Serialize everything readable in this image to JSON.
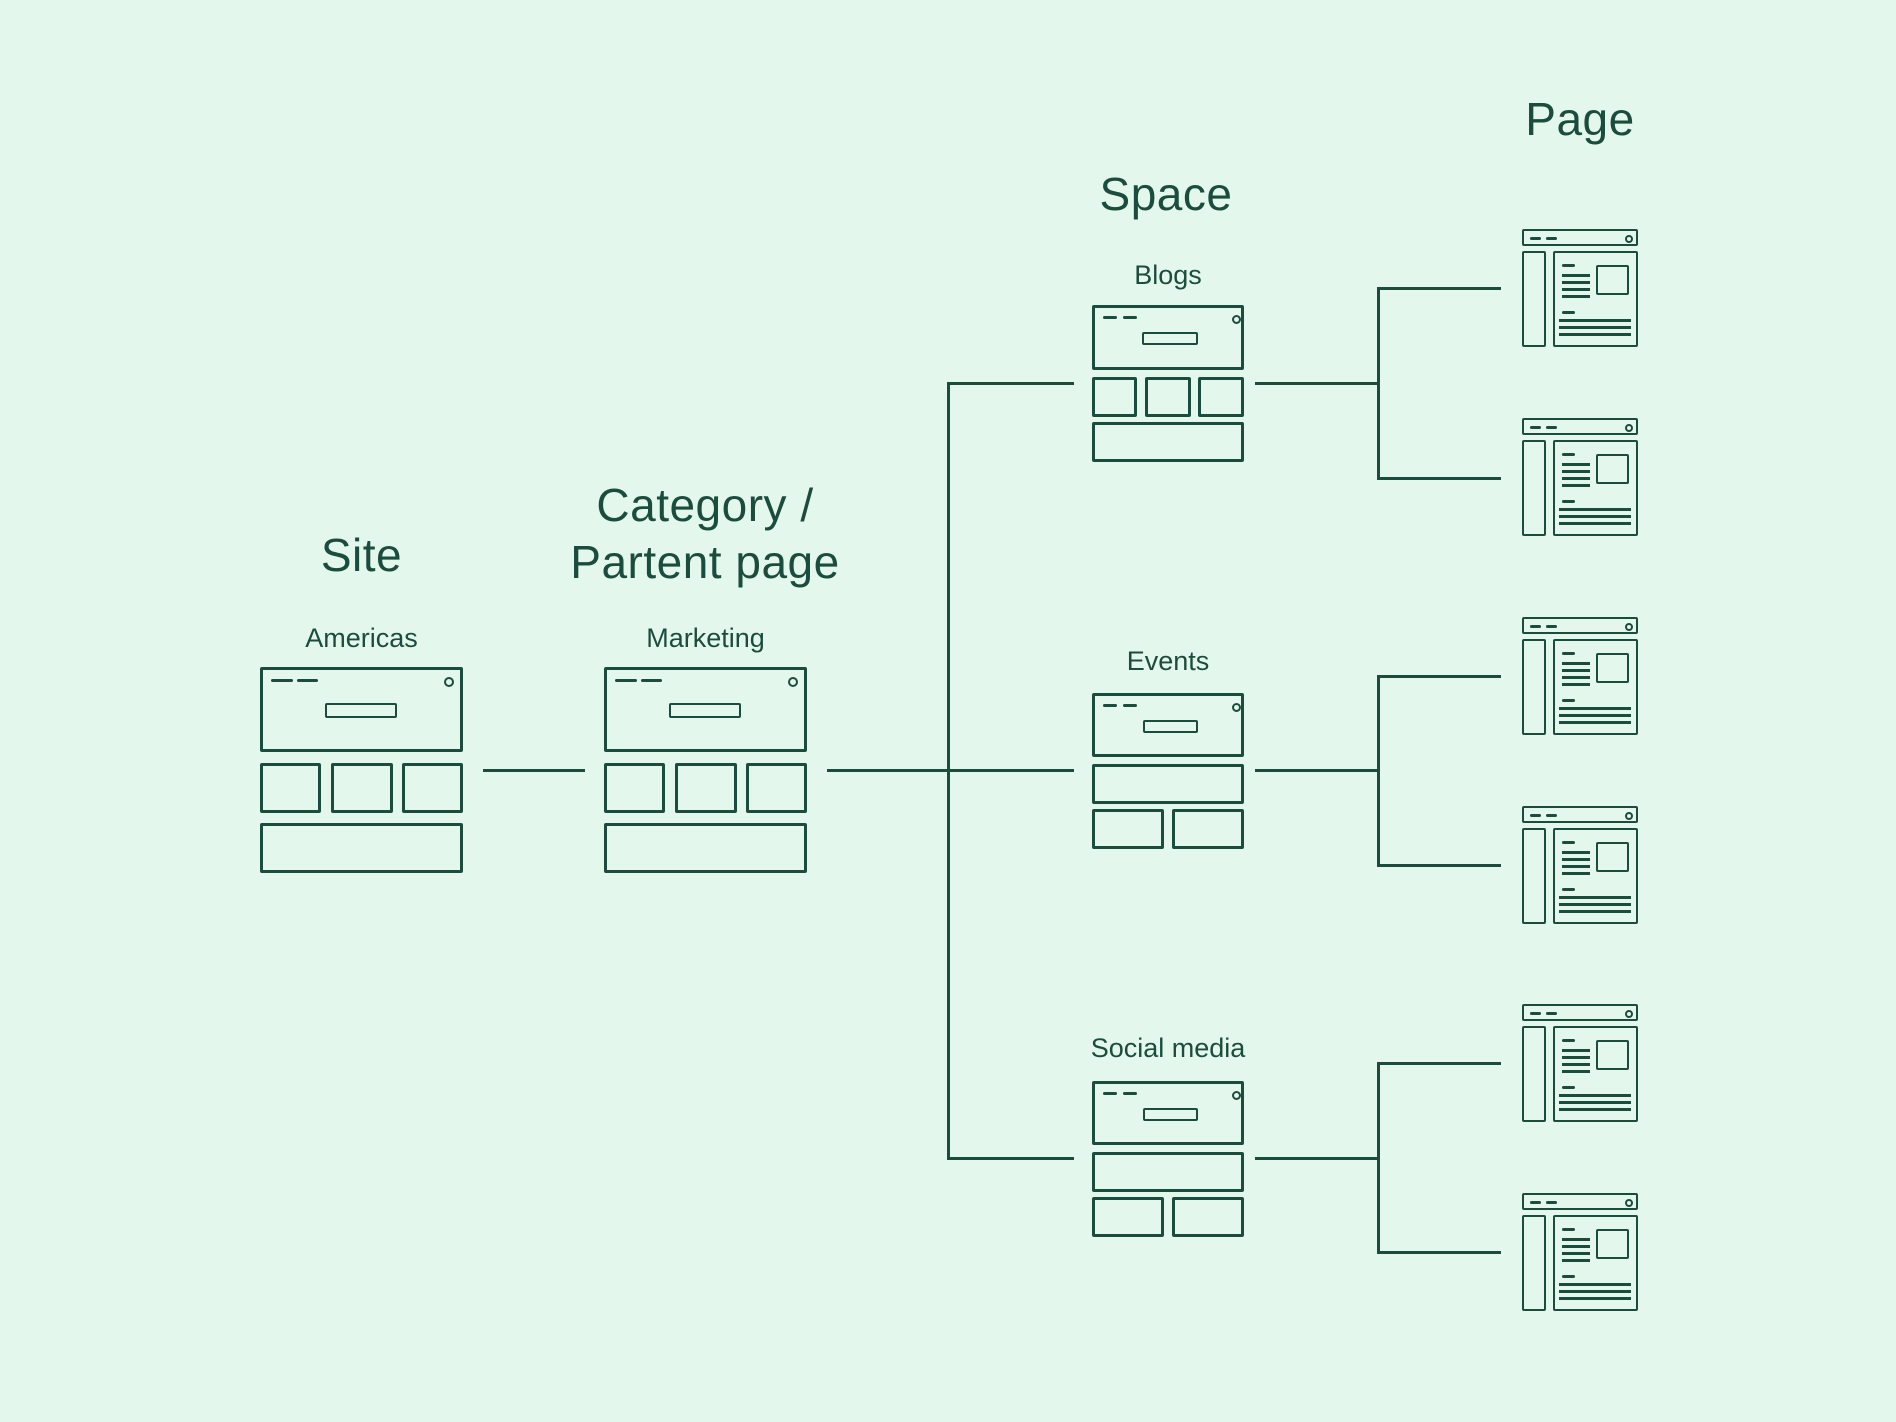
{
  "colors": {
    "background": "#e4f7ec",
    "ink": "#1b4d3f"
  },
  "headings": {
    "site": "Site",
    "category_line1": "Category /",
    "category_line2": "Partent page",
    "space": "Space",
    "page": "Page"
  },
  "nodes": {
    "site": {
      "label": "Americas"
    },
    "category": {
      "label": "Marketing"
    },
    "spaces": [
      {
        "label": "Blogs",
        "pages": 2
      },
      {
        "label": "Events",
        "pages": 2
      },
      {
        "label": "Social media",
        "pages": 2
      }
    ]
  },
  "icons": {
    "site_icon": "browser-window-wireframe",
    "space_icon": "browser-window-wireframe",
    "page_icon": "document-page-wireframe",
    "avatar": "small-circle",
    "menu": "two-dashes",
    "search": "search-bar-rectangle"
  }
}
